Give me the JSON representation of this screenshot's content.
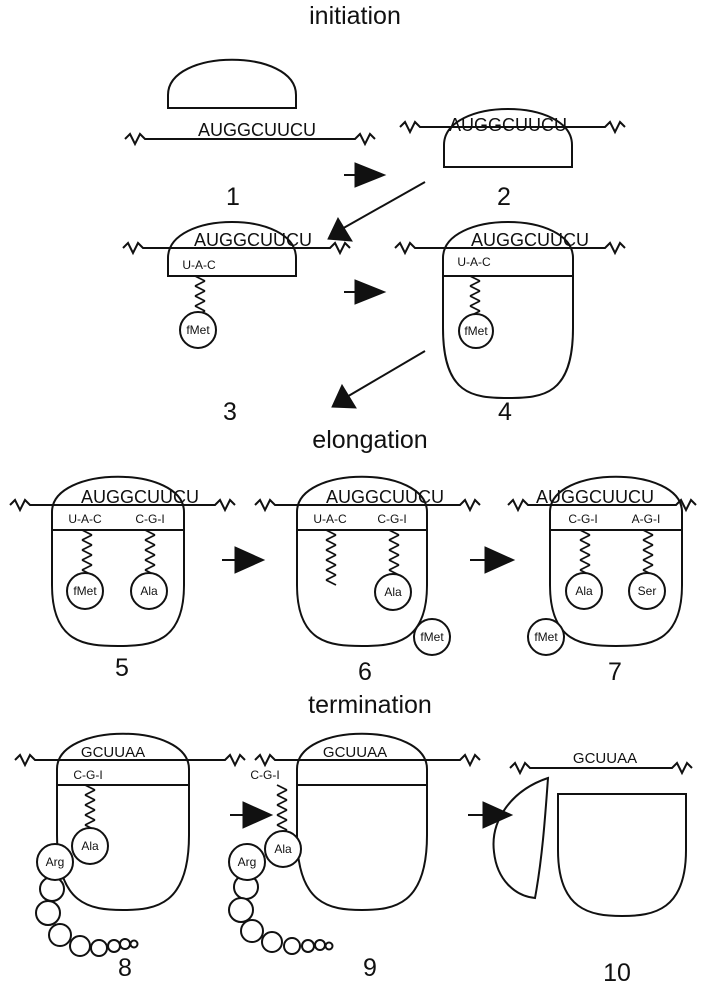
{
  "sections": {
    "initiation": "initiation",
    "elongation": "elongation",
    "termination": "termination"
  },
  "steps": [
    "1",
    "2",
    "3",
    "4",
    "5",
    "6",
    "7",
    "8",
    "9",
    "10"
  ],
  "mrna": {
    "start": "AUGGCUUCU",
    "stop": "GCUUAA"
  },
  "anticodons": {
    "met": "U-A-C",
    "ala": "C-G-I",
    "ser": "A-G-I"
  },
  "amino_acids": {
    "fmet": "fMet",
    "ala": "Ala",
    "ser": "Ser",
    "arg": "Arg"
  },
  "colors": {
    "ink": "#111111",
    "background": "#ffffff"
  }
}
